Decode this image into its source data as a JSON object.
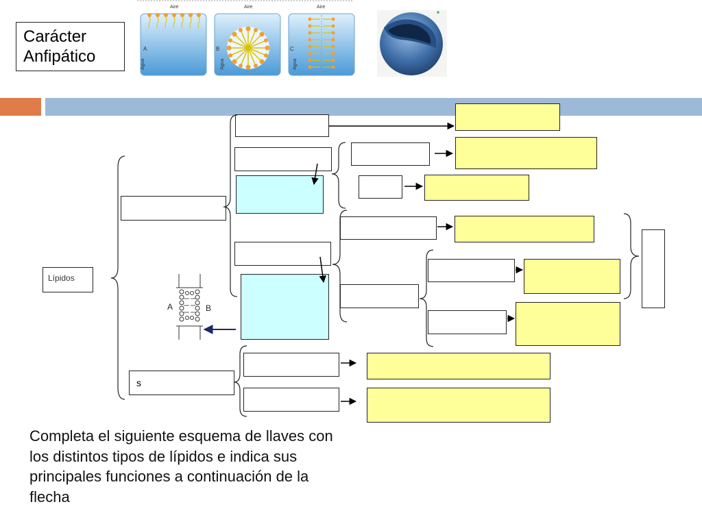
{
  "title": {
    "line1": "Carácter",
    "line2": "Anfipático"
  },
  "beakers": {
    "air_label": "Aire",
    "water_label": "Agua",
    "panel_letters": [
      "A",
      "B",
      "C"
    ]
  },
  "diagram": {
    "root_label": "Lípidos",
    "s_label": "s",
    "membrane_labels": {
      "left": "A",
      "right": "B"
    }
  },
  "instructions": "Completa el siguiente esquema de llaves con los distintos tipos de lípidos e indica sus principales funciones a continuación de la flecha",
  "colors": {
    "answer_fill": "#ffff99",
    "image_fill": "#ccffff",
    "bar_orange": "#e07b4a",
    "bar_blue": "#9db9d8",
    "water_blue": "#5aa8e0",
    "lipid_head": "#f0a030",
    "lipid_tail": "#d9c200",
    "arrow_navy": "#1c2a66"
  }
}
